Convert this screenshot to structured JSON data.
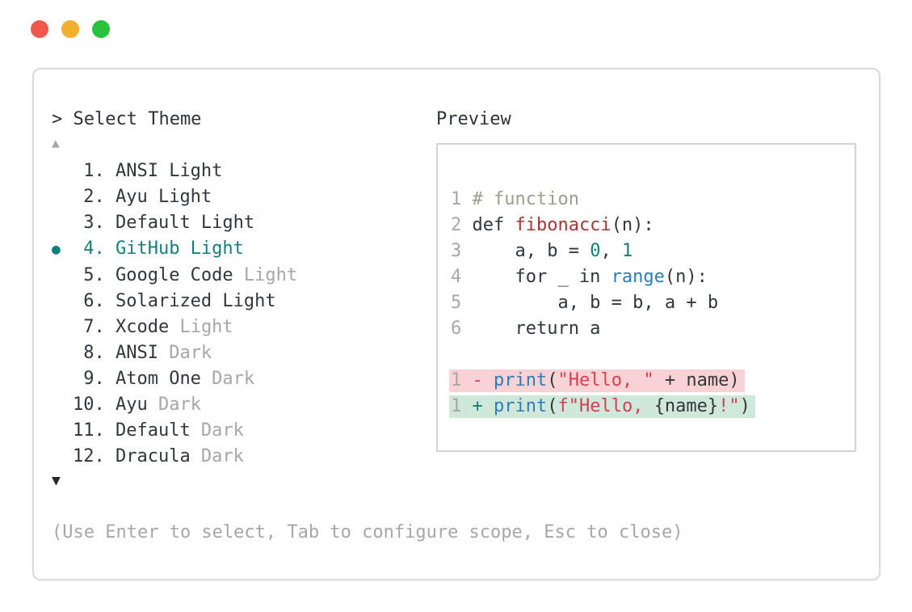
{
  "colors": {
    "accent_teal": "#12807b",
    "blue": "#2e7cb8",
    "dark_red": "#a83434",
    "crimson": "#d63f55",
    "comment_olive": "#9aa08c",
    "muted_gray": "#a7a7a7",
    "text_dark": "#33373a",
    "diff_removed_bg": "#f8d2d4",
    "diff_added_bg": "#cfe8d9",
    "traffic_red": "#f2574e",
    "traffic_yellow": "#f2b02e",
    "traffic_green": "#27c33d"
  },
  "picker": {
    "prompt": "> Select Theme",
    "scroll_up": "▲",
    "scroll_down": "▼",
    "bullet": "●",
    "hint": "(Use Enter to select, Tab to configure scope, Esc to close)",
    "items": [
      {
        "number": "1.",
        "name": "ANSI Light"
      },
      {
        "number": "2.",
        "name": "Ayu Light"
      },
      {
        "number": "3.",
        "name": "Default Light"
      },
      {
        "number": "4.",
        "name": "GitHub Light",
        "selected": true
      },
      {
        "number": "5.",
        "name": "Google Code",
        "muted_suffix": "Light"
      },
      {
        "number": "6.",
        "name": "Solarized Light"
      },
      {
        "number": "7.",
        "name": "Xcode",
        "muted_suffix": "Light"
      },
      {
        "number": "8.",
        "name": "ANSI",
        "muted_suffix": "Dark"
      },
      {
        "number": "9.",
        "name": "Atom One",
        "muted_suffix": "Dark"
      },
      {
        "number": "10.",
        "name": "Ayu",
        "muted_suffix": "Dark"
      },
      {
        "number": "11.",
        "name": "Default",
        "muted_suffix": "Dark"
      },
      {
        "number": "12.",
        "name": "Dracula",
        "muted_suffix": "Dark"
      }
    ]
  },
  "preview": {
    "title": "Preview",
    "lines": [
      {
        "name": "code-line",
        "tokens": [
          [
            "ln",
            "1"
          ],
          [
            "c",
            "# function"
          ]
        ]
      },
      {
        "name": "code-line",
        "tokens": [
          [
            "ln",
            "2"
          ],
          [
            "p",
            "def "
          ],
          [
            "f",
            "fibonacci"
          ],
          [
            "p",
            "(n):"
          ]
        ]
      },
      {
        "name": "code-line",
        "tokens": [
          [
            "ln",
            "3"
          ],
          [
            "p",
            "    a, b = "
          ],
          [
            "n",
            "0"
          ],
          [
            "p",
            ", "
          ],
          [
            "n",
            "1"
          ]
        ]
      },
      {
        "name": "code-line",
        "tokens": [
          [
            "ln",
            "4"
          ],
          [
            "p",
            "    for _ in "
          ],
          [
            "b",
            "range"
          ],
          [
            "p",
            "(n):"
          ]
        ]
      },
      {
        "name": "code-line",
        "tokens": [
          [
            "ln",
            "5"
          ],
          [
            "p",
            "        a, b = b, a + b"
          ]
        ]
      },
      {
        "name": "code-line",
        "tokens": [
          [
            "ln",
            "6"
          ],
          [
            "p",
            "    return a"
          ]
        ]
      },
      {
        "name": "blank-line",
        "tokens": []
      },
      {
        "name": "diff-removed-line",
        "bg": "del",
        "tokens": [
          [
            "ln",
            "1"
          ],
          [
            "d",
            "-"
          ],
          [
            "p",
            " "
          ],
          [
            "b",
            "print"
          ],
          [
            "p",
            "("
          ],
          [
            "s",
            "\"Hello, \""
          ],
          [
            "p",
            " + name)"
          ]
        ]
      },
      {
        "name": "diff-added-line",
        "bg": "add",
        "tokens": [
          [
            "ln",
            "1"
          ],
          [
            "a",
            "+"
          ],
          [
            "p",
            " "
          ],
          [
            "b",
            "print"
          ],
          [
            "p",
            "("
          ],
          [
            "s",
            "f\"Hello, "
          ],
          [
            "p",
            "{name}"
          ],
          [
            "s",
            "!\""
          ],
          [
            "p",
            ")"
          ]
        ]
      }
    ]
  }
}
